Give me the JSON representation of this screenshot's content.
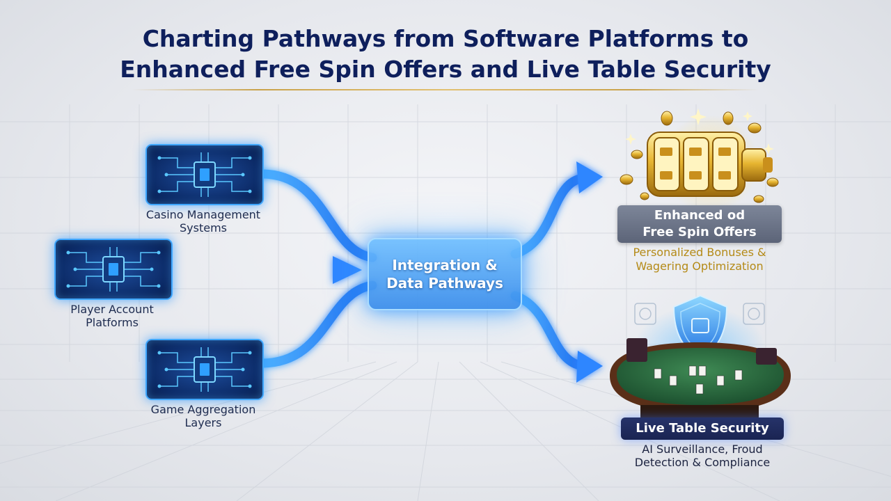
{
  "title": {
    "line1": "Charting Pathways from Software Platforms to",
    "line2": "Enhanced Free Spin Offers and Live Table Security"
  },
  "sources": [
    {
      "label": "Casino Management\nSystems",
      "icon": "cpu-chip-icon"
    },
    {
      "label": "Player Account\nPlatforms",
      "icon": "cpu-chip-icon"
    },
    {
      "label": "Game Aggregation\nLayers",
      "icon": "cpu-chip-icon"
    }
  ],
  "hub": {
    "label": "Integration &\nData Pathways"
  },
  "outputs": {
    "free_spins": {
      "title": "Enhanced ᴏd\nFree Spin Offers",
      "subtitle": "Personalized Bonuses &\nWagering Optimization",
      "icon": "golden-slot-reel-icon"
    },
    "live_table": {
      "title": "Live Table Security",
      "subtitle": "AI Surveillance, Froud\nDetection & Compliance",
      "icon": "security-shield-icon"
    }
  },
  "colors": {
    "title": "#0e1f5c",
    "pathway_blue": "#2f8cff",
    "chip_border": "#3fa7ff",
    "gold": "#b48a17"
  }
}
